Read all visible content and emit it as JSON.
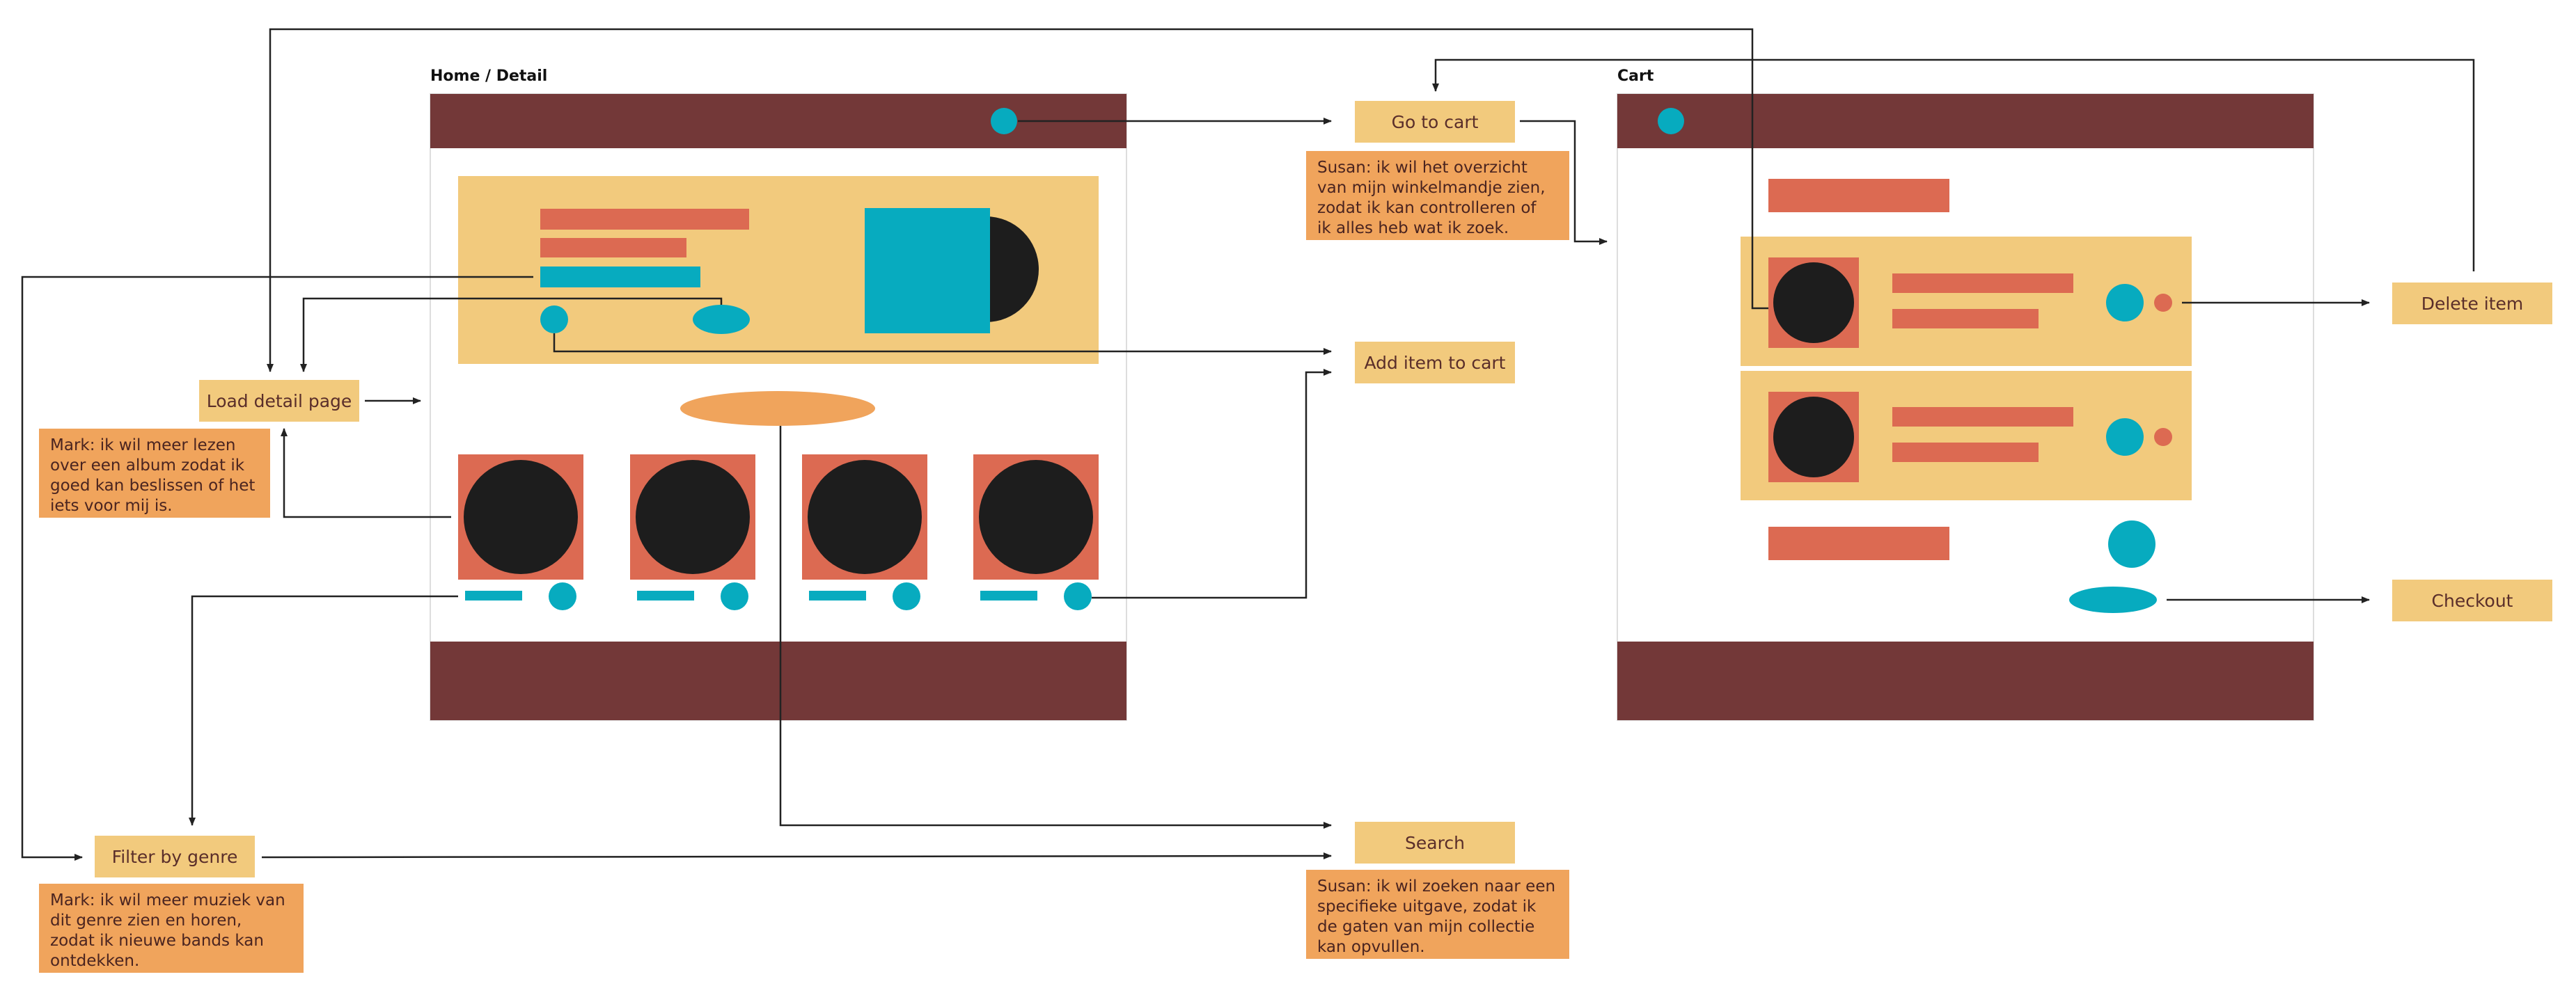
{
  "screens": {
    "home": {
      "label": "Home / Detail"
    },
    "cart": {
      "label": "Cart"
    }
  },
  "actions": {
    "go_to_cart": "Go to cart",
    "add_item_to_cart": "Add item to cart",
    "search": "Search",
    "load_detail_page": "Load detail page",
    "filter_by_genre": "Filter by genre",
    "delete_item": "Delete item",
    "checkout": "Checkout"
  },
  "notes": {
    "susan_cart": "Susan: ik wil het overzicht\nvan mijn winkelmandje zien,\nzodat ik kan controlleren of\nik alles heb wat ik zoek.",
    "mark_detail": "Mark: ik wil meer lezen\nover een album zodat ik\ngoed kan beslissen of het\niets voor mij is.",
    "mark_genre": "Mark: ik wil meer muziek van\ndit genre zien en horen,\nzodat ik nieuwe bands kan\nontdekken.",
    "susan_search": "Susan: ik wil zoeken naar een\nspecifieke uitgave, zodat ik\nde gaten van mijn collectie\nkan opvullen."
  },
  "colors": {
    "header_footer": "#733838",
    "panel": "#f2ca7d",
    "coral": "#dc6a52",
    "teal": "#07abbf",
    "black": "#1d1d1d",
    "action_fill": "#f2ca7d",
    "note_fill": "#f0a45c",
    "search_oval": "#f0a45c",
    "line": "#222222"
  }
}
